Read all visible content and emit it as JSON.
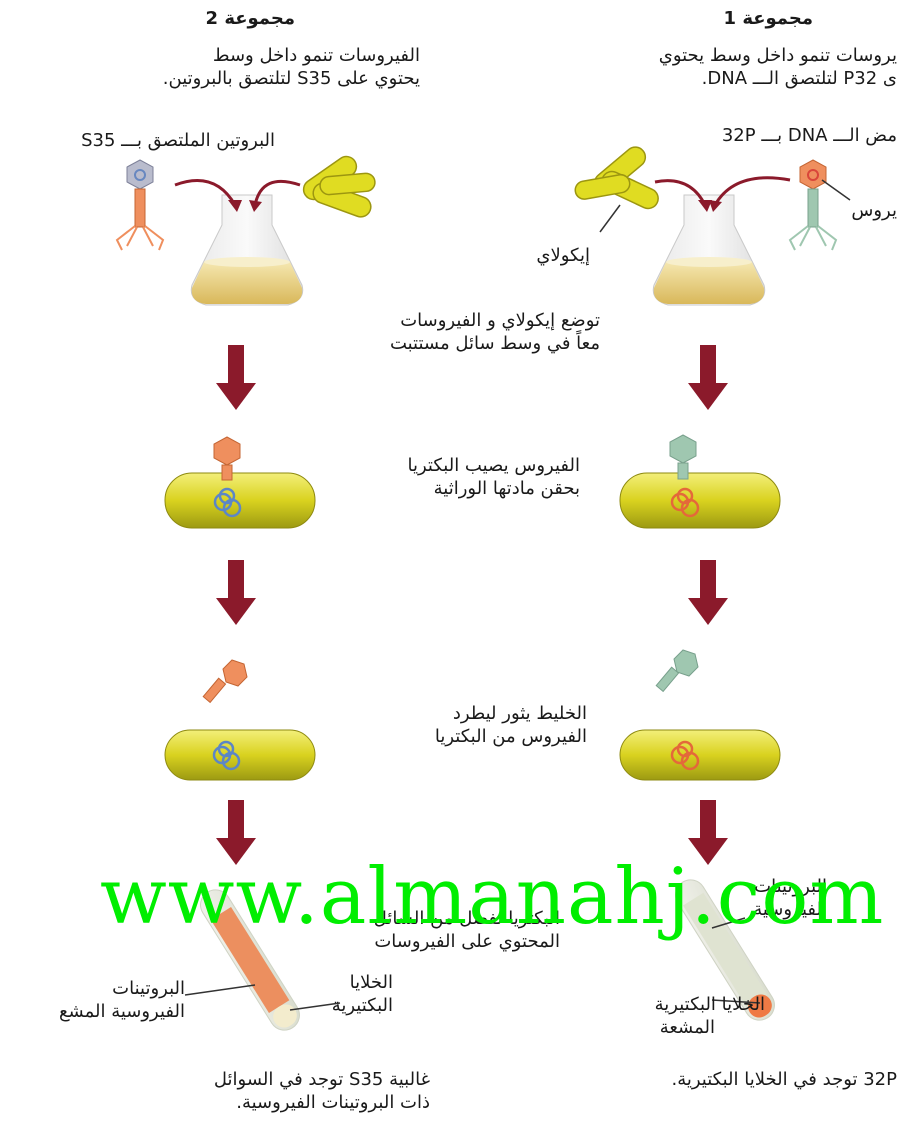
{
  "group1": {
    "heading": "مجموعة 1",
    "description_l1": "يروسات تنمو داخل وسط يحتوي",
    "description_l2": "ى P32 لتلتصق الـــ DNA.",
    "dna_label": "مض الـــ DNA بـــ 32P",
    "virus_label": "يروس",
    "ecoli_label": "إيكولاي",
    "protein_label_l1": "البروتينات",
    "protein_label_l2": "الفيروسية",
    "cells_label_l1": "الخلايا البكتيرية",
    "cells_label_l2": "المشعة",
    "result": "32P توجد في الخلايا البكتيرية."
  },
  "group2": {
    "heading": "مجموعة 2",
    "description_l1": "الفيروسات تنمو داخل وسط",
    "description_l2": "يحتوي على S35 لتلتصق بالبروتين.",
    "protein_s_label": "البروتين الملتصق بـــ S35",
    "protein_label_l1": "البروتينات",
    "protein_label_l2": "الفيروسية المشع",
    "cells_label_l1": "الخلايا",
    "cells_label_l2": "البكتيرية",
    "result_l1": "غالبية S35 توجد في السوائل",
    "result_l2": "ذات البروتينات الفيروسية."
  },
  "steps": {
    "mix_l1": "توضع إيكولاي و الفيروسات",
    "mix_l2": "معاً في وسط سائل مستتبت",
    "infect_l1": "الفيروس يصيب البكتريا",
    "infect_l2": "بحقن مادتها الوراثية",
    "blend_l1": "الخليط يثور ليطرد",
    "blend_l2": "الفيروس من البكتريا",
    "separate_l1": "البكتريا تفصل من السائل",
    "separate_l2": "المحتوي على الفيروسات"
  },
  "watermark": "www.almanahj.com",
  "colors": {
    "arrow": "#8b1a2b",
    "bacteria": "#e2de2a",
    "phage_p32": "#9fc7b0",
    "phage_s35": "#ef8f5e",
    "watermark": "#00ee00"
  }
}
